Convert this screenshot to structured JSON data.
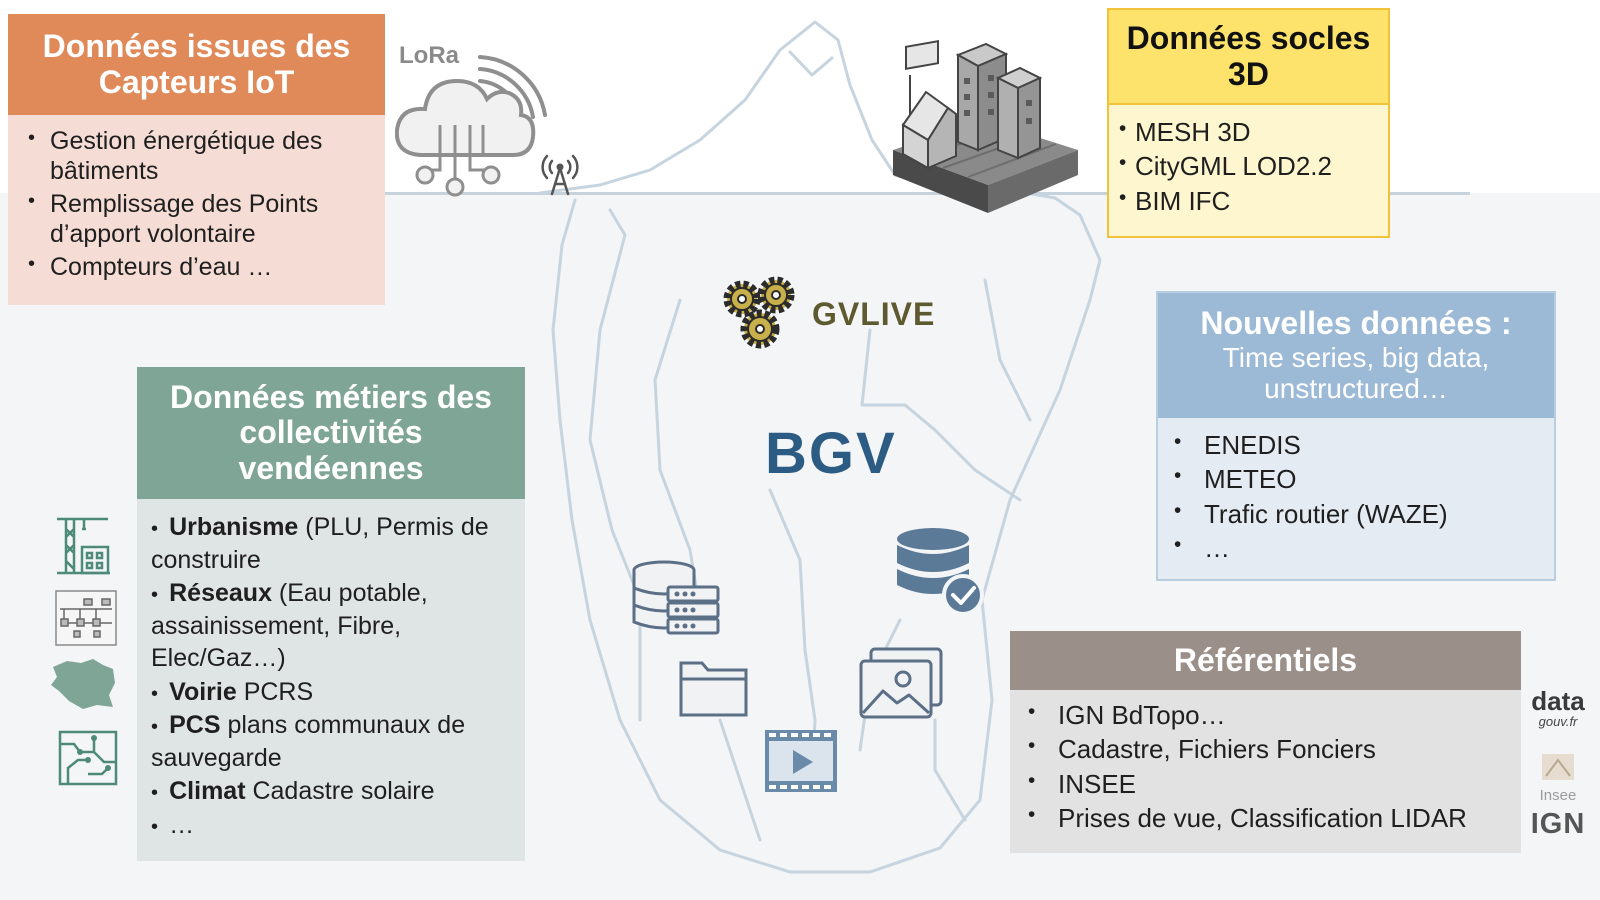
{
  "iot": {
    "title": "Données issues des Capteurs IoT",
    "items": [
      "Gestion énergétique des bâtiments",
      "Remplissage des Points d’apport volontaire",
      "Compteurs d’eau …"
    ]
  },
  "socles3d": {
    "title": "Données socles 3D",
    "items": [
      "MESH 3D",
      "CityGML LOD2.2",
      "BIM IFC"
    ]
  },
  "metiers": {
    "title": "Données métiers des collectivités vendéennes",
    "items": [
      {
        "bold": "Urbanisme",
        "rest": " (PLU, Permis de construire"
      },
      {
        "bold": "Réseaux",
        "rest": " (Eau potable, assainissement, Fibre, Elec/Gaz…)"
      },
      {
        "bold": "Voirie",
        "rest": " PCRS"
      },
      {
        "bold": "PCS",
        "rest": " plans communaux de sauvegarde"
      },
      {
        "bold": "Climat",
        "rest": " Cadastre solaire"
      },
      {
        "bold": "",
        "rest": "…"
      }
    ]
  },
  "nouvelles": {
    "title": "Nouvelles données :",
    "subtitle": "Time series, big data, unstructured…",
    "items": [
      "ENEDIS",
      "METEO",
      "Trafic routier (WAZE)",
      "…"
    ]
  },
  "referentiels": {
    "title": "Référentiels",
    "items": [
      "IGN BdTopo…",
      "Cadastre, Fichiers Fonciers",
      "INSEE",
      "Prises de vue, Classification LIDAR"
    ]
  },
  "center": {
    "gvlive": "GVLIVE",
    "bgv": "BGV"
  },
  "lora": "LoRa",
  "logos": {
    "data_top": "data",
    "data_bottom": "gouv.fr",
    "insee": "Insee",
    "ign": "IGN"
  },
  "icons": {
    "lora": "lora-cloud-icon",
    "antenna": "antenna-icon",
    "city": "3d-city-icon",
    "gears": "gears-icon",
    "server": "server-icon",
    "database": "database-check-icon",
    "folder": "folder-icon",
    "image": "image-icon",
    "video": "video-icon",
    "crane": "building-crane-icon",
    "network": "network-plan-icon",
    "map": "vendee-map-icon",
    "circuit": "circuit-board-icon"
  },
  "colors": {
    "iot": "#e08a5a",
    "socles3d": "#fde36b",
    "metiers": "#7fa597",
    "nouvelles": "#9cb9d6",
    "referentiels": "#9b8f8a",
    "bgv": "#2c5b84"
  }
}
